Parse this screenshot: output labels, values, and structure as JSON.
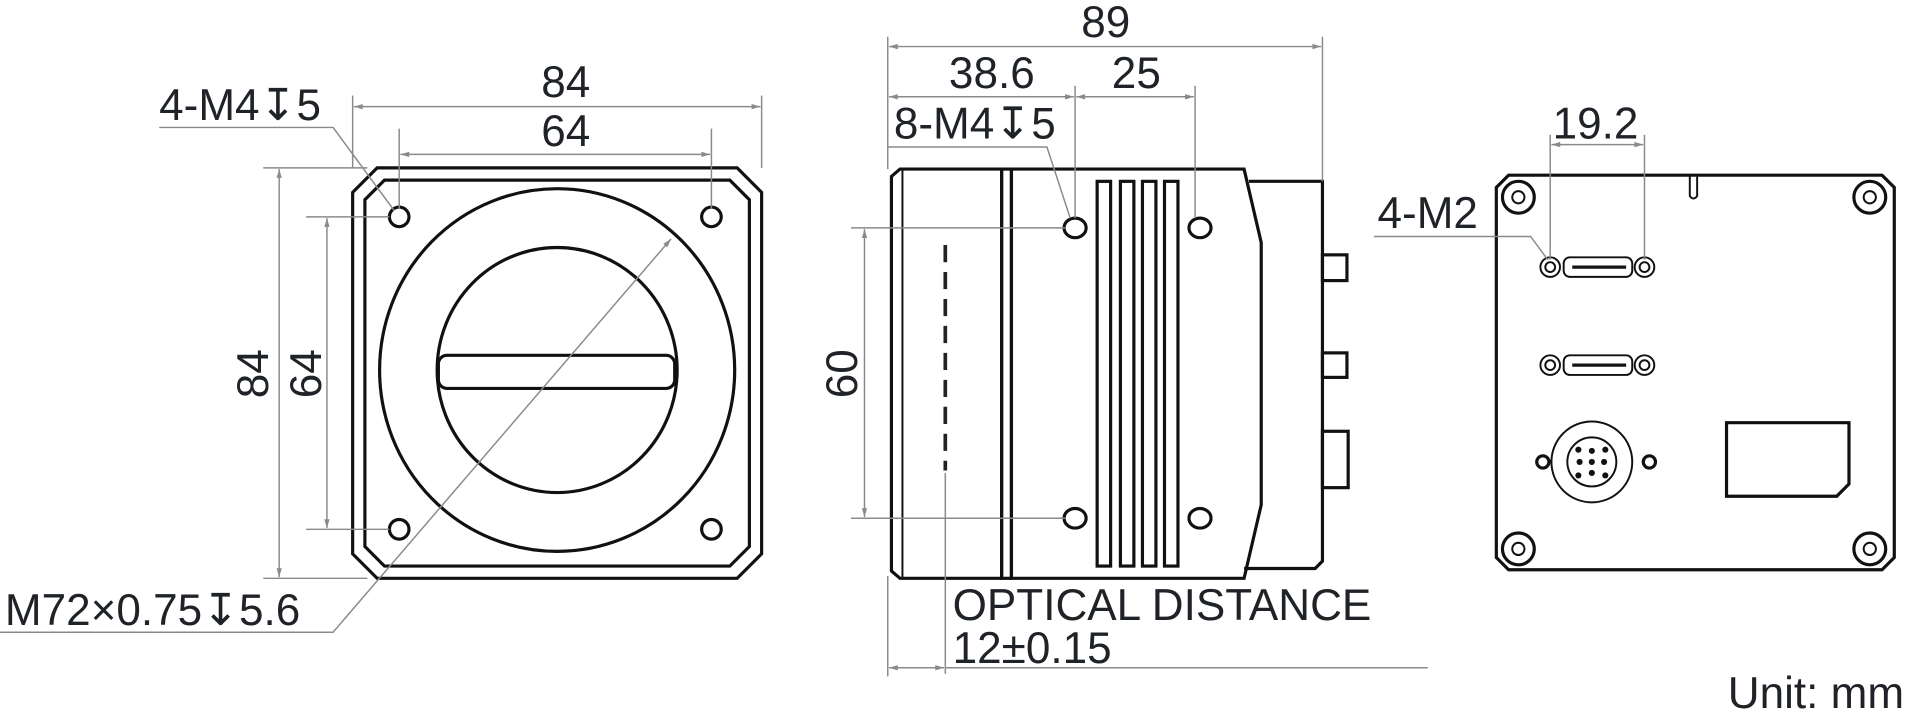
{
  "units_label": "Unit: mm",
  "front_view": {
    "width_outer": "84",
    "width_holes": "64",
    "height_outer": "84",
    "height_holes": "64",
    "hole_callout": "4-M4↧5",
    "mount_callout": "M72×0.75↧5.6"
  },
  "side_view": {
    "length_total": "89",
    "length_to_holes": "38.6",
    "hole_spacing": "25",
    "hole_callout": "8-M4↧5",
    "height_holes": "60",
    "optical_distance_label": "OPTICAL DISTANCE",
    "optical_distance_value": "12±0.15"
  },
  "rear_view": {
    "connector_screw_spacing": "19.2",
    "screw_callout": "4-M2"
  }
}
